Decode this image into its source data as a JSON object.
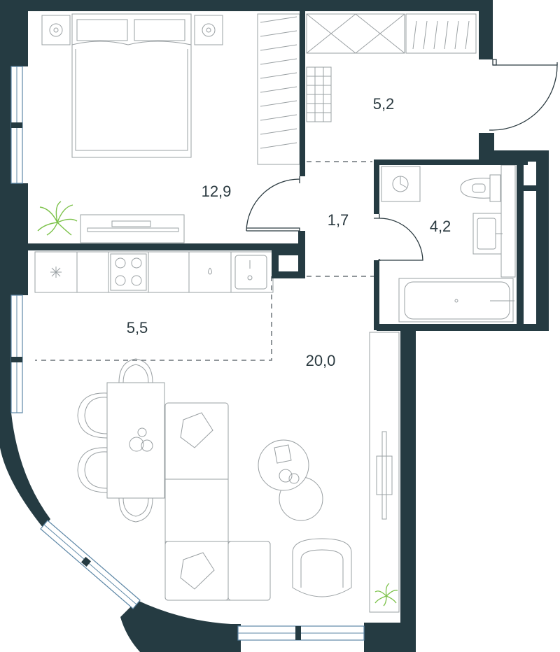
{
  "plan": {
    "wall_color": "#253b42",
    "window_color": "#5d87a6",
    "plant_color": "#7cc24a",
    "rooms": [
      {
        "id": "bedroom",
        "area": "12,9"
      },
      {
        "id": "wardrobe",
        "area": "5,2"
      },
      {
        "id": "hall",
        "area": "1,7"
      },
      {
        "id": "bathroom",
        "area": "4,2"
      },
      {
        "id": "kitchen",
        "area": "5,5"
      },
      {
        "id": "living",
        "area": "20,0"
      }
    ]
  }
}
